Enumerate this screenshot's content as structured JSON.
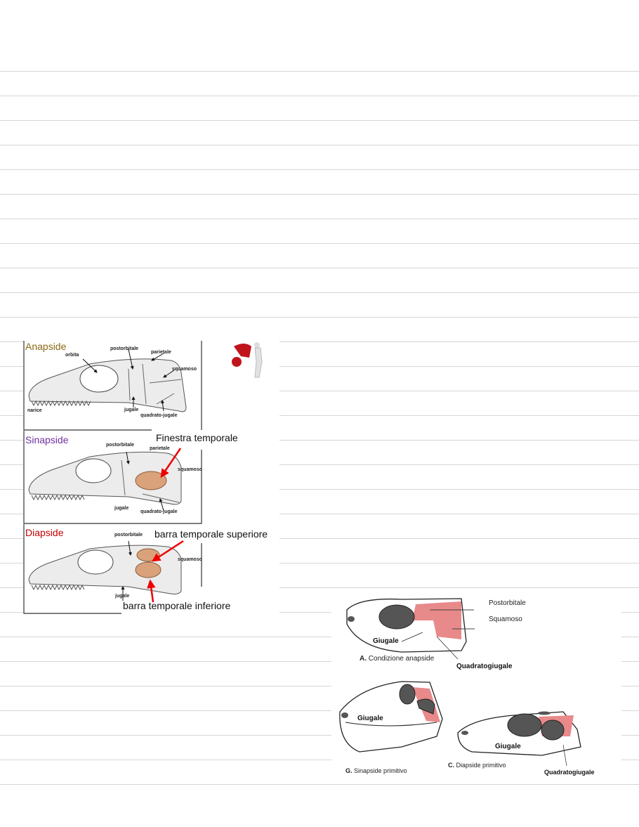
{
  "figure_left": {
    "panels": [
      {
        "title": "Anapside",
        "color": "#8B6914",
        "labels": [
          "orbita",
          "postorbitale",
          "parietale",
          "squamoso",
          "narice",
          "jugale",
          "quadrato-jugale"
        ]
      },
      {
        "title": "Sinapside",
        "color": "#7030A0",
        "annotation": "Finestra temporale",
        "labels": [
          "postorbitale",
          "parietale",
          "squamoso",
          "jugale",
          "quadrato-jugale"
        ]
      },
      {
        "title": "Diapside",
        "color": "#C00000",
        "annotation_top": "barra temporale superiore",
        "annotation_bottom": "barra temporale inferiore",
        "labels": [
          "postorbitale",
          "squamoso",
          "jugale"
        ]
      }
    ]
  },
  "figure_right": {
    "labels": {
      "postorbitale": "Postorbitale",
      "squamoso": "Squamoso",
      "giugale": "Giugale",
      "quadratogiugale": "Quadratogiugale"
    },
    "captions": {
      "a_letter": "A.",
      "a_text": "Condizione anapside",
      "g_letter": "G.",
      "g_text": "Sinapside primitivo",
      "c_letter": "C.",
      "c_text": "Diapside primitivo"
    },
    "accent": "#E8898A"
  }
}
